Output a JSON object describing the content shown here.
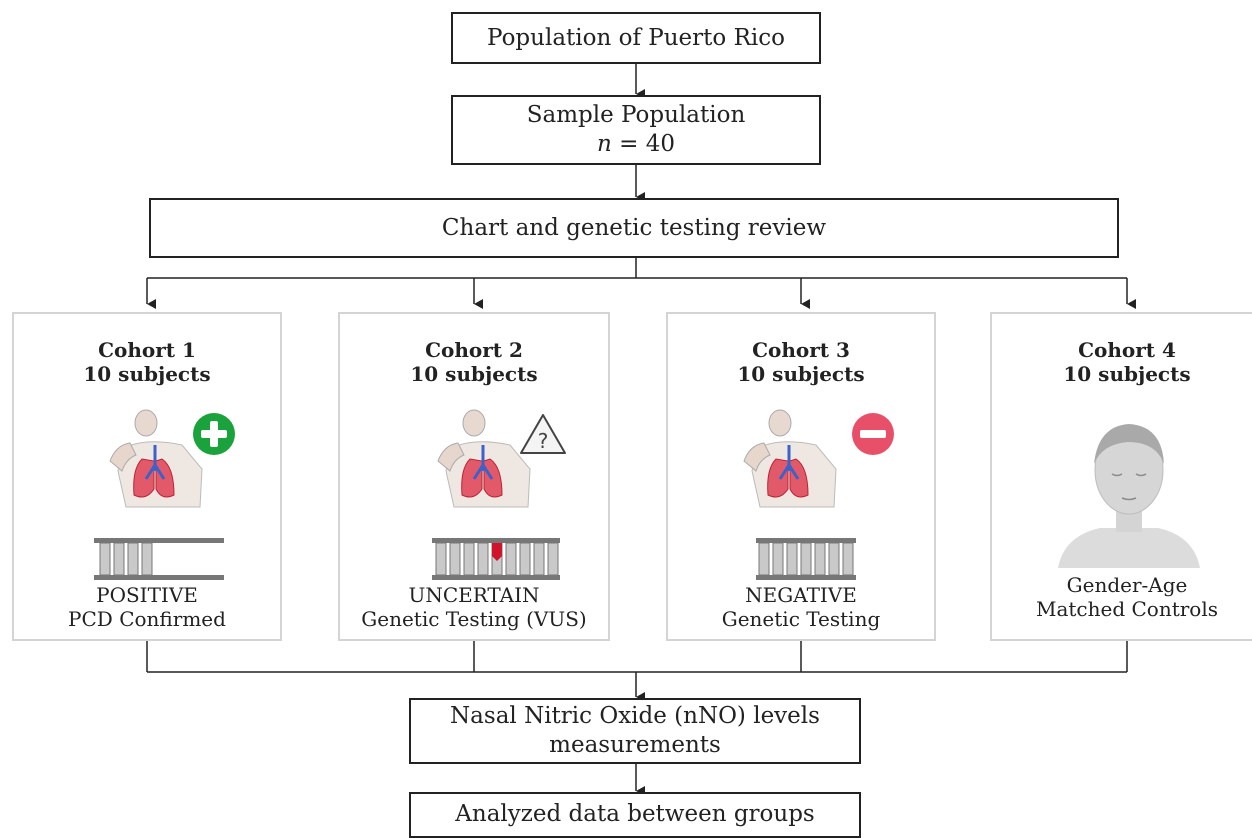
{
  "steps": {
    "population": "Population of Puerto Rico",
    "sample_title": "Sample Population",
    "sample_n_var": "n",
    "sample_n_rest": " = 40",
    "review": "Chart and genetic testing review",
    "nno_line1": "Nasal Nitric Oxide (nNO) levels",
    "nno_line2": "measurements",
    "analyzed": "Analyzed data between groups"
  },
  "cohorts": [
    {
      "name": "Cohort 1",
      "subjects": "10 subjects",
      "status_line1": "POSITIVE",
      "status_line2": "PCD Confirmed",
      "badge": "plus-icon",
      "badge_color": "#1aa33c"
    },
    {
      "name": "Cohort 2",
      "subjects": "10 subjects",
      "status_line1": "UNCERTAIN",
      "status_line2": "Genetic Testing (VUS)",
      "badge": "warning-question-icon",
      "badge_color": "#444444"
    },
    {
      "name": "Cohort 3",
      "subjects": "10 subjects",
      "status_line1": "NEGATIVE",
      "status_line2": "Genetic Testing",
      "badge": "minus-icon",
      "badge_color": "#e8506a"
    },
    {
      "name": "Cohort 4",
      "subjects": "10 subjects",
      "status_line1": "Gender-Age",
      "status_line2": "Matched Controls",
      "badge": "face-portrait-icon",
      "badge_color": "#cfcfcf"
    }
  ]
}
